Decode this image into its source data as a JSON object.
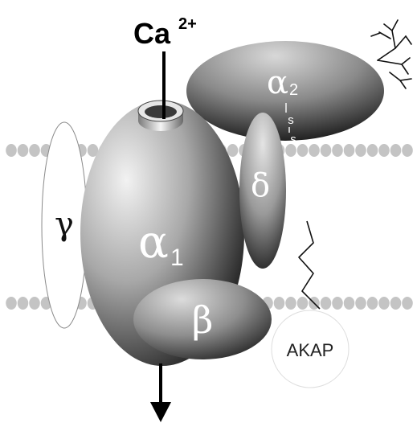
{
  "labels": {
    "ion_base": "Ca",
    "ion_charge": "2+",
    "alpha1_symbol": "α",
    "alpha1_sub": "1",
    "alpha2_symbol": "α",
    "alpha2_sub": "2",
    "delta": "δ",
    "gamma": "γ",
    "beta": "β",
    "akap": "AKAP",
    "disulfide_s1": "s",
    "disulfide_s2": "s"
  },
  "colors": {
    "membrane_bead": "#c4c4c4",
    "subunit_light": "#f0f0f0",
    "subunit_mid": "#9a9a9a",
    "subunit_dark": "#1a1a1a",
    "outline": "#000000",
    "label_white": "#ffffff"
  }
}
